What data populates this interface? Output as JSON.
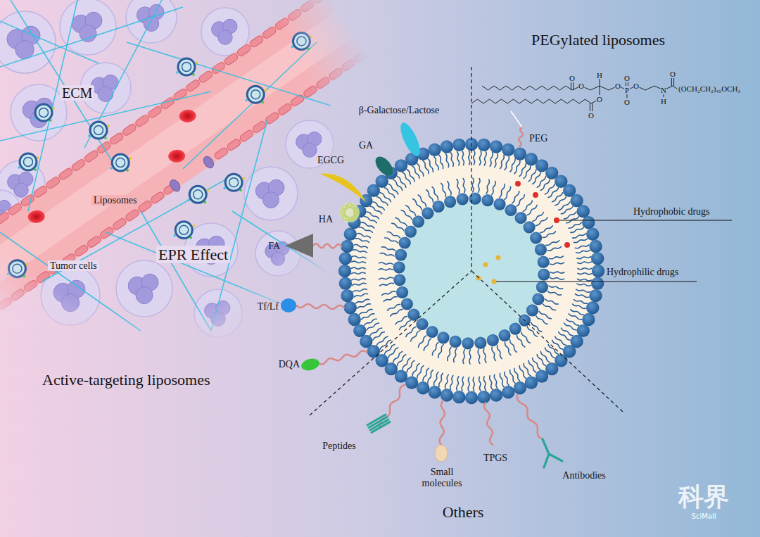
{
  "diagram": {
    "labels": [
      "PEGylated liposomes",
      "ECM",
      "β-Galactose/Lactose",
      "GA",
      "PEG",
      "EGCG",
      "Hydrophobic drugs",
      "HA",
      "Liposomes",
      "FA",
      "EPR Effect",
      "Tumor cells",
      "Hydrophilic drugs",
      "Tf/Lf",
      "DQA",
      "Active-targeting liposomes",
      "Peptides",
      "Small molecules",
      "TPGS",
      "Antibodies",
      "Others",
      "科界",
      "SciMall",
      "O",
      "O",
      "H",
      "O",
      "O",
      "O",
      "P",
      "O",
      "O",
      "O",
      "N",
      "H",
      "O",
      "(OCH₂CH₂)₄₅OCH₃"
    ]
  }
}
